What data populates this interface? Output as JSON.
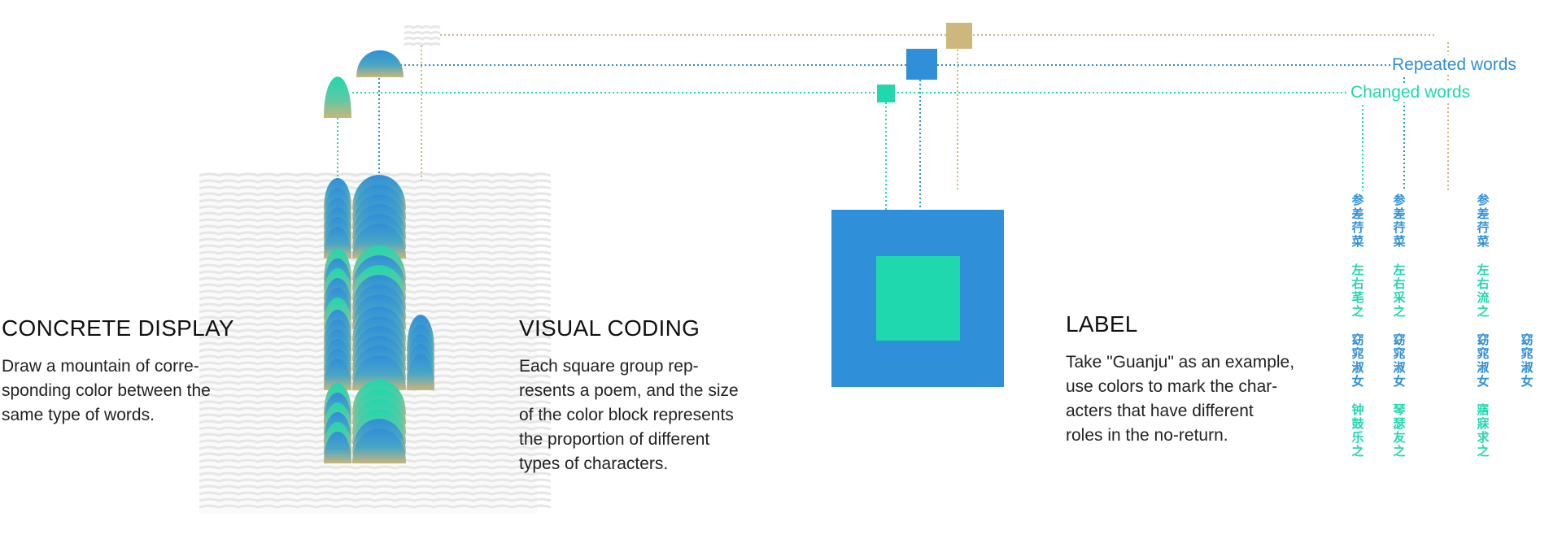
{
  "sections": {
    "concrete_display": {
      "title": "CONCRETE DISPLAY",
      "lines": [
        "Draw a mountain of corre-",
        "sponding color between the",
        "same type of words."
      ]
    },
    "visual_coding": {
      "title": "VISUAL CODING",
      "lines": [
        "Each square group rep-",
        "resents a poem, and the size",
        "of the color block represents",
        "the proportion of different",
        "types of characters."
      ]
    },
    "label": {
      "title": "LABEL",
      "lines": [
        "Take \"Guanju\" as an example,",
        "use colors to mark the char-",
        "acters that have different",
        "roles in the no-return."
      ]
    }
  },
  "legend": {
    "repeated": "Repeated words",
    "changed": "Changed words"
  },
  "colors": {
    "repeated": "#2f8fd8",
    "changed": "#1fd8ad",
    "other": "#cdb77c",
    "wave": "#e6e6e6"
  },
  "poem_columns": [
    [
      {
        "text": "参差荇菜",
        "role": "repeated"
      },
      {
        "text": "左右芼之",
        "role": "changed"
      },
      {
        "text": "窈窕淑女",
        "role": "repeated"
      },
      {
        "text": "钟鼓乐之",
        "role": "changed"
      }
    ],
    [
      {
        "text": "参差荇菜",
        "role": "repeated"
      },
      {
        "text": "左右采之",
        "role": "changed"
      },
      {
        "text": "窈窕淑女",
        "role": "repeated"
      },
      {
        "text": "琴瑟友之",
        "role": "changed"
      }
    ],
    [
      {
        "text": "参差荇菜",
        "role": "repeated"
      },
      {
        "text": "左右流之",
        "role": "changed"
      },
      {
        "text": "窈窕淑女",
        "role": "repeated"
      },
      {
        "text": "寤寐求之",
        "role": "changed"
      }
    ],
    [
      {
        "text": "",
        "role": "repeated"
      },
      {
        "text": "",
        "role": "changed"
      },
      {
        "text": "窈窕淑女",
        "role": "repeated"
      },
      {
        "text": "",
        "role": "changed"
      }
    ]
  ]
}
